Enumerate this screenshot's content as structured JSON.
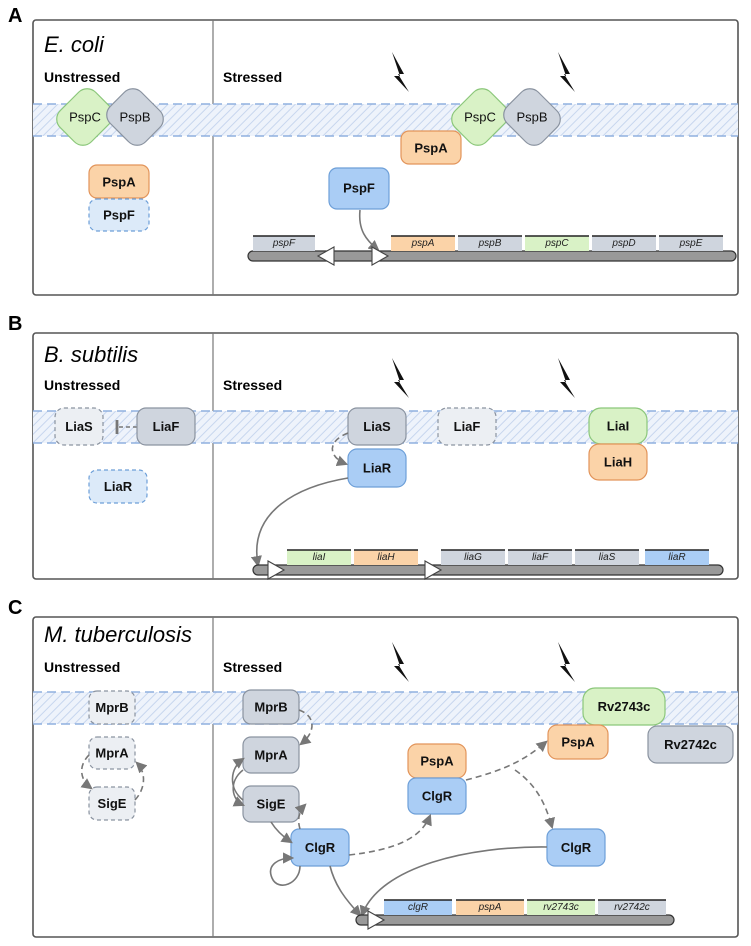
{
  "colors": {
    "membrane": "#c7d6ee",
    "green": "#d9f2c6",
    "green_stroke": "#8bc77a",
    "grey": "#cfd5de",
    "grey_stroke": "#8a93a0",
    "orange": "#fbd3a8",
    "orange_stroke": "#e2945a",
    "blue": "#aacdf5",
    "blue_stroke": "#6d9fd8",
    "dna": "#999999"
  },
  "icons": {
    "stress": "lightning-icon"
  },
  "labels": {
    "unstressed": "Unstressed",
    "stressed": "Stressed"
  },
  "panels": [
    {
      "letter": "A",
      "species": "E. coli",
      "unstressed_proteins": [
        "PspC",
        "PspB",
        "PspA",
        "PspF"
      ],
      "stressed_proteins": [
        "PspC",
        "PspB",
        "PspA",
        "PspF"
      ],
      "genes": [
        "pspF",
        "pspA",
        "pspB",
        "pspC",
        "pspD",
        "pspE"
      ]
    },
    {
      "letter": "B",
      "species": "B. subtilis",
      "unstressed_proteins": [
        "LiaS",
        "LiaF",
        "LiaR"
      ],
      "stressed_proteins": [
        "LiaS",
        "LiaF",
        "LiaR",
        "LiaI",
        "LiaH"
      ],
      "genes": [
        "liaI",
        "liaH",
        "liaG",
        "liaF",
        "liaS",
        "liaR"
      ]
    },
    {
      "letter": "C",
      "species": "M. tuberculosis",
      "unstressed_proteins": [
        "MprB",
        "MprA",
        "SigE"
      ],
      "stressed_proteins": [
        "MprB",
        "MprA",
        "SigE",
        "ClgR",
        "PspA",
        "ClgR",
        "Rv2743c",
        "PspA",
        "Rv2742c",
        "ClgR"
      ],
      "genes": [
        "clgR",
        "pspA",
        "rv2743c",
        "rv2742c"
      ]
    }
  ]
}
